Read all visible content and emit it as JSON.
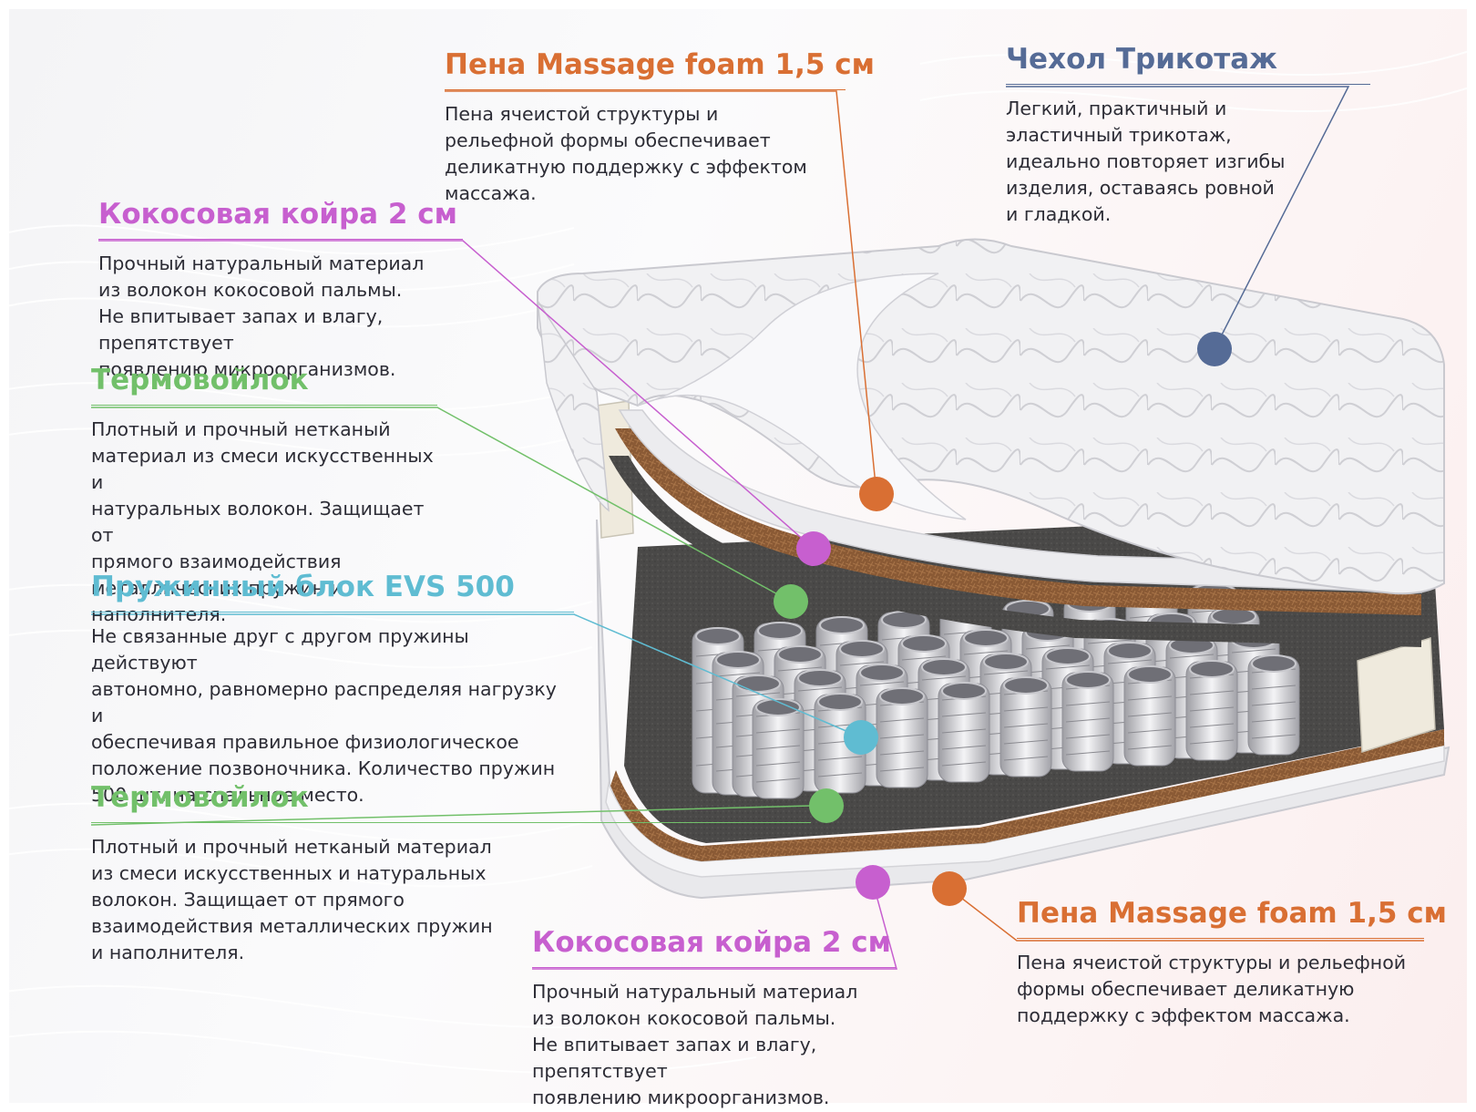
{
  "colors": {
    "foam": "#d96f33",
    "cover": "#556b96",
    "coir": "#c75fcf",
    "felt": "#72c06a",
    "spring": "#5fbcd2",
    "text": "#2d2d36"
  },
  "layers": {
    "foam_top": {
      "title": "Пена Massage foam 1,5 см",
      "desc": "Пена ячеистой структуры и\nрельефной формы обеспечивает\nделикатную поддержку с эффектом\nмассажа."
    },
    "cover": {
      "title": "Чехол Трикотаж",
      "desc": "Легкий, практичный и\nэластичный трикотаж,\nидеально повторяет изгибы\nизделия, оставаясь ровной\nи гладкой."
    },
    "coir_top": {
      "title": "Кокосовая койра 2 см",
      "desc": "Прочный натуральный материал\nиз волокон кокосовой пальмы.\nНе впитывает запах и влагу, препятствует\nпоявлению микроорганизмов."
    },
    "felt_top": {
      "title": "Термовойлок",
      "desc": "Плотный и прочный нетканый\nматериал из смеси искусственных и\nнатуральных волокон. Защищает от\nпрямого взаимодействия\nметаллических пружин и наполнителя."
    },
    "spring_block": {
      "title": "Пружинный блок EVS 500",
      "desc": "Не связанные друг с другом пружины действуют\nавтономно, равномерно распределяя нагрузку и\nобеспечивая правильное физиологическое\nположение позвоночника. Количество пружин\n500 шт. на спальное место."
    },
    "felt_bottom": {
      "title": "Термовойлок",
      "desc": "Плотный и прочный нетканый материал\nиз смеси искусственных и натуральных\nволокон. Защищает от прямого\nвзаимодействия металлических пружин\nи наполнителя."
    },
    "coir_bottom": {
      "title": "Кокосовая койра 2 см",
      "desc": "Прочный натуральный материал\nиз волокон кокосовой пальмы.\nНе впитывает запах и влагу, препятствует\nпоявлению микроорганизмов."
    },
    "foam_bottom": {
      "title": "Пена Massage foam 1,5 см",
      "desc": "Пена ячеистой структуры и рельефной\nформы обеспечивает деликатную\nподдержку с эффектом массажа."
    }
  }
}
